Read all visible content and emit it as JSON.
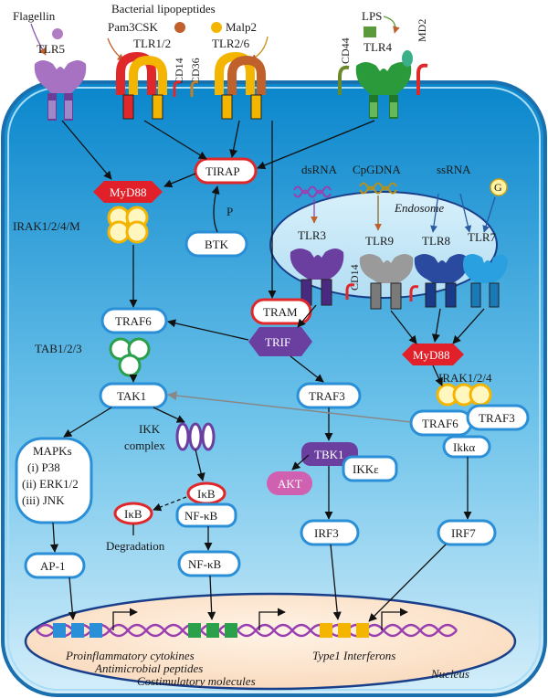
{
  "ligands": {
    "flagellin": "Flagellin",
    "bacterial_lipopeptides": "Bacterial lipopeptides",
    "pam3csk": "Pam3CSK",
    "malp2": "Malp2",
    "lps": "LPS",
    "dsrna": "dsRNA",
    "cpgdna": "CpGDNA",
    "ssrna": "ssRNA",
    "g": "G"
  },
  "receptors": {
    "tlr5": "TLR5",
    "tlr12": "TLR1/2",
    "cd14": "CD14",
    "cd36": "CD36",
    "tlr26": "TLR2/6",
    "cd44": "CD44",
    "tlr4": "TLR4",
    "md2": "MD2",
    "tlr3": "TLR3",
    "cd14_endo": "CD14",
    "tlr9": "TLR9",
    "tlr8": "TLR8",
    "tlr7": "TLR7"
  },
  "compartments": {
    "endosome": "Endosome",
    "nucleus": "Nucleus"
  },
  "nodes": {
    "tirap": "TIRAP",
    "myd88_left": "MyD88",
    "irak_left": "IRAK1/2/4/M",
    "p": "P",
    "btk": "BTK",
    "tram": "TRAM",
    "trif": "TRIF",
    "traf6_left": "TRAF6",
    "tab": "TAB1/2/3",
    "tak1": "TAK1",
    "traf3": "TRAF3",
    "myd88_right": "MyD88",
    "irak_right": "IRAK1/2/4",
    "traf6_right": "TRAF6",
    "traf3_right": "TRAF3",
    "ikka": "Ikkα",
    "mapks_title": "MAPKs",
    "mapks_p38": "(i) P38",
    "mapks_erk": "(ii) ERK1/2",
    "mapks_jnk": "(iii) JNK",
    "ikk_complex_1": "IKK",
    "ikk_complex_2": "complex",
    "ikb_bound": "IκB",
    "ikb_free": "IκB",
    "degradation": "Degradation",
    "nfkb_bound": "NF-κB",
    "nfkb": "NF-κB",
    "tbk1": "TBK1",
    "ikke": "IKKε",
    "akt": "AKT",
    "irf3": "IRF3",
    "irf7": "IRF7",
    "ap1": "AP-1"
  },
  "outputs": {
    "proinflammatory": "Proinflammatory cytokines",
    "antimicrobial": "Antimicrobial peptides",
    "costimulatory": "Costimulatory molecules",
    "interferons": "Type1 Interferons"
  },
  "colors": {
    "cell_fill_top": "#0a80c8",
    "cell_fill_bottom": "#bfe6f7",
    "membrane": "#1a7dc4",
    "red_box": "#e0282a",
    "blue_box": "#2a8fd6",
    "purple": "#6b3fa0",
    "myd88": "#e2202a",
    "nucleus_fill": "#fbe3cc",
    "dna": "#9a3fb0"
  }
}
